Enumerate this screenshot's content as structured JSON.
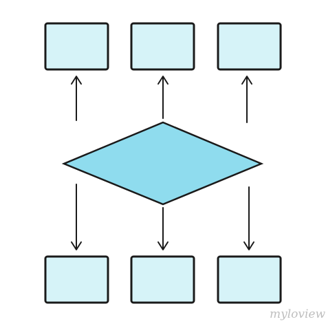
{
  "diagram": {
    "type": "flowchart",
    "nodes": [
      {
        "id": "top-left",
        "shape": "rectangle",
        "label": ""
      },
      {
        "id": "top-center",
        "shape": "rectangle",
        "label": ""
      },
      {
        "id": "top-right",
        "shape": "rectangle",
        "label": ""
      },
      {
        "id": "decision",
        "shape": "diamond",
        "label": ""
      },
      {
        "id": "bottom-left",
        "shape": "rectangle",
        "label": ""
      },
      {
        "id": "bottom-center",
        "shape": "rectangle",
        "label": ""
      },
      {
        "id": "bottom-right",
        "shape": "rectangle",
        "label": ""
      }
    ],
    "edges": [
      {
        "from": "decision",
        "to": "top-left"
      },
      {
        "from": "decision",
        "to": "top-center"
      },
      {
        "from": "decision",
        "to": "top-right"
      },
      {
        "from": "decision",
        "to": "bottom-left"
      },
      {
        "from": "decision",
        "to": "bottom-center"
      },
      {
        "from": "decision",
        "to": "bottom-right"
      }
    ]
  },
  "colors": {
    "box_fill": "#d6f3f8",
    "diamond_fill": "#8fdcee",
    "outline": "#1a1a1a"
  },
  "watermark": {
    "text": "myloview"
  }
}
